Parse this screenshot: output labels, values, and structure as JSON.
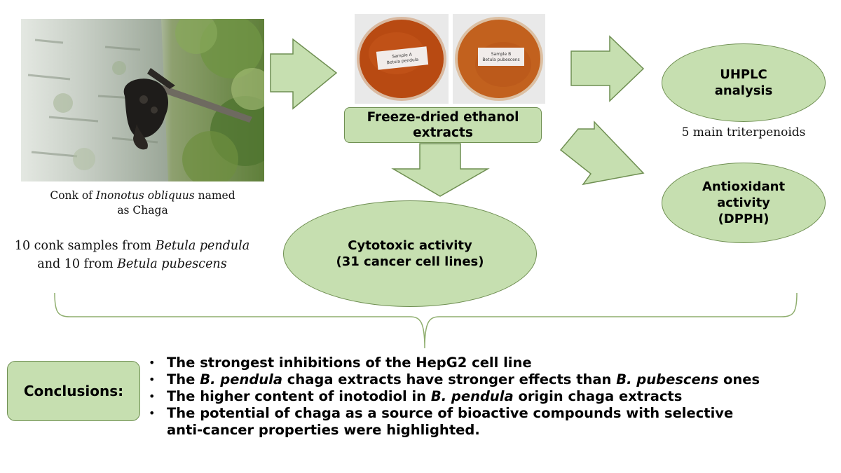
{
  "photo_caption": {
    "line1_prefix": "Conk of ",
    "line1_species": "Inonotus obliquus",
    "line1_suffix": " named",
    "line2": "as Chaga"
  },
  "samples": {
    "line1_prefix": "10 conk samples from ",
    "line1_species": "Betula pendula",
    "line2_prefix": "and 10 from ",
    "line2_species": "Betula pubescens"
  },
  "dish_labels": {
    "left_line1": "Sample A",
    "left_line2": "Betula pendula",
    "right_line1": "Sample B",
    "right_line2": "Betula pubescens"
  },
  "extracts_box": {
    "line1": "Freeze-dried ethanol",
    "line2": "extracts"
  },
  "uhplc": {
    "line1": "UHPLC",
    "line2": "analysis"
  },
  "triterpenoids_note": "5 main triterpenoids",
  "antioxidant": {
    "line1": "Antioxidant",
    "line2": "activity",
    "line3": "(DPPH)"
  },
  "cytotoxic": {
    "line1": "Cytotoxic activity",
    "line2": "(31 cancer cell lines)"
  },
  "conclusions_label": "Conclusions:",
  "conclusions": {
    "b1": "The strongest inhibitions of the HepG2 cell line",
    "b2_pre": "The ",
    "b2_sp1": "B. pendula",
    "b2_mid": " chaga extracts have stronger effects than ",
    "b2_sp2": "B. pubescens",
    "b2_post": " ones",
    "b3_pre": "The higher content of inotodiol in ",
    "b3_sp": "B. pendula",
    "b3_post": " origin chaga extracts",
    "b4_line1": "The potential of chaga as a source of bioactive compounds with selective",
    "b4_line2": "anti-cancer properties were highlighted."
  },
  "colors": {
    "box_fill": "#c6dfb0",
    "box_stroke": "#6f8f52",
    "brace": "#8fae6e"
  }
}
